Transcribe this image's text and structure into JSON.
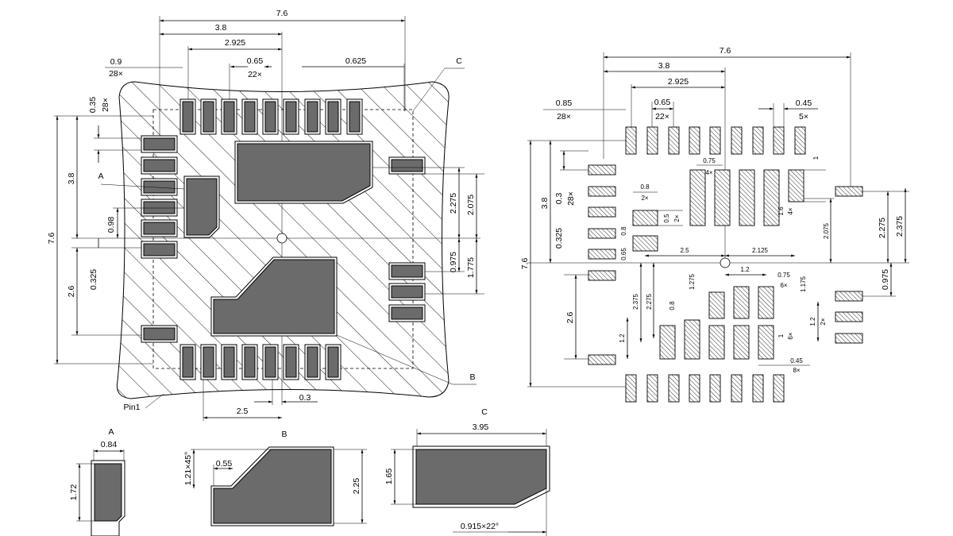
{
  "labels": {
    "A": "A",
    "B": "B",
    "C": "C",
    "pin1": "Pin1"
  },
  "left_view": {
    "dims": {
      "w76": "7.6",
      "w38": "3.8",
      "w2925": "2.925",
      "w065": "0.65",
      "w0625": "0.625",
      "w09": "0.9",
      "n28": "28×",
      "n22": "22×",
      "v035": "0.35",
      "v28": "28×",
      "v38": "3.8",
      "v76": "7.6",
      "v098": "0.98",
      "v0325": "0.325",
      "v26": "2.6",
      "r2275": "2.275",
      "r2075": "2.075",
      "r0975": "0.975",
      "r1775": "1.775",
      "b25": "2.5",
      "b03": "0.3"
    }
  },
  "right_view": {
    "dims": {
      "w76": "7.6",
      "w38": "3.8",
      "w2925": "2.925",
      "w065": "0.65",
      "n22": "22×",
      "w085": "0.85",
      "n28": "28×",
      "w045": "0.45",
      "n5": "5×",
      "v38": "3.8",
      "v03": "0.3",
      "v0325": "0.325",
      "v76": "7.6",
      "v26": "2.6",
      "i08a": "0.8",
      "i2x": "2×",
      "i05": "0.5",
      "i2xb": "2×",
      "i08b": "0.8",
      "i065": "0.65",
      "i075": "0.75",
      "i4x": "4×",
      "i1": "1",
      "i16": "1.6",
      "i4xb": "4×",
      "h25": "2.5",
      "h2125": "2.125",
      "r2075": "2.075",
      "r2275": "2.275",
      "r2375": "2.375",
      "r0975": "0.975",
      "l12": "1.2",
      "l075": "0.75",
      "l6x": "6×",
      "l1175": "1.175",
      "l1275": "1.275",
      "l2375": "2.375",
      "l2275": "2.275",
      "l08": "0.8",
      "l12b": "1.2",
      "l2x": "2×",
      "l1": "1",
      "l6xb": "6×",
      "l12c": "1.2",
      "l045": "0.45",
      "l8x": "8×"
    }
  },
  "detail_a": {
    "title": "A",
    "w": "0.84",
    "h": "1.72"
  },
  "detail_b": {
    "title": "B",
    "chamfer": "1.21×45°",
    "w": "0.55",
    "h": "2.25"
  },
  "detail_c": {
    "title": "C",
    "w": "3.95",
    "h": "1.65",
    "chamfer": "0.915×22°"
  }
}
